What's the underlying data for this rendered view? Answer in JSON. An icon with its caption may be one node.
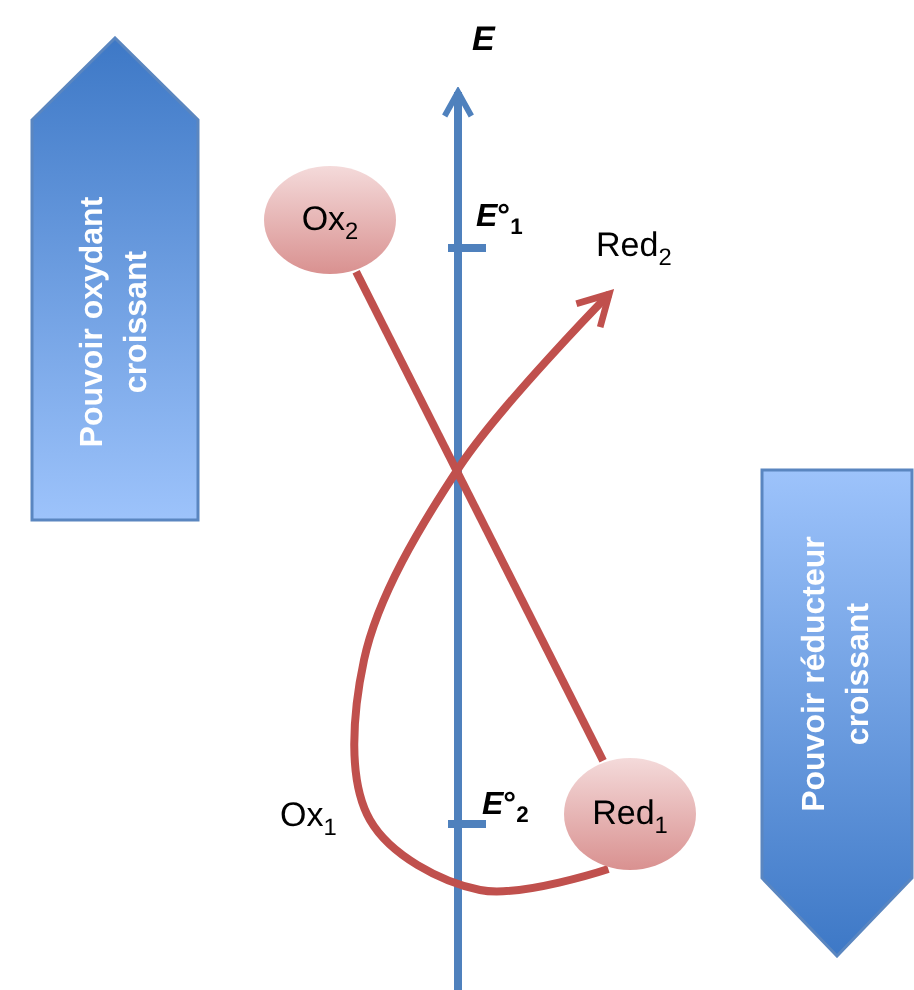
{
  "diagram": {
    "nodes": [
      {
        "text": [
          "Pouvoir oxydant croissant"
        ]
      },
      {
        "text": [
          "Ox$_{2}$"
        ]
      },
      {
        "text": [
          "Red$_{2}$"
        ]
      },
      {
        "text": [
          "Pouvoir réducteur croissant"
        ]
      },
      {
        "text": [
          "Red$_{1}$"
        ]
      }
    ],
    "edges": [
      {
        "from": 1,
        "to": 4,
        "arrow": "none"
      },
      {
        "from": 4,
        "to": 2,
        "arrow": "to"
      }
    ],
    "labels": [
      "E",
      "*E*°$_{1}$",
      "*E*°$_{2}$",
      "Ox$_{1}$"
    ]
  }
}
